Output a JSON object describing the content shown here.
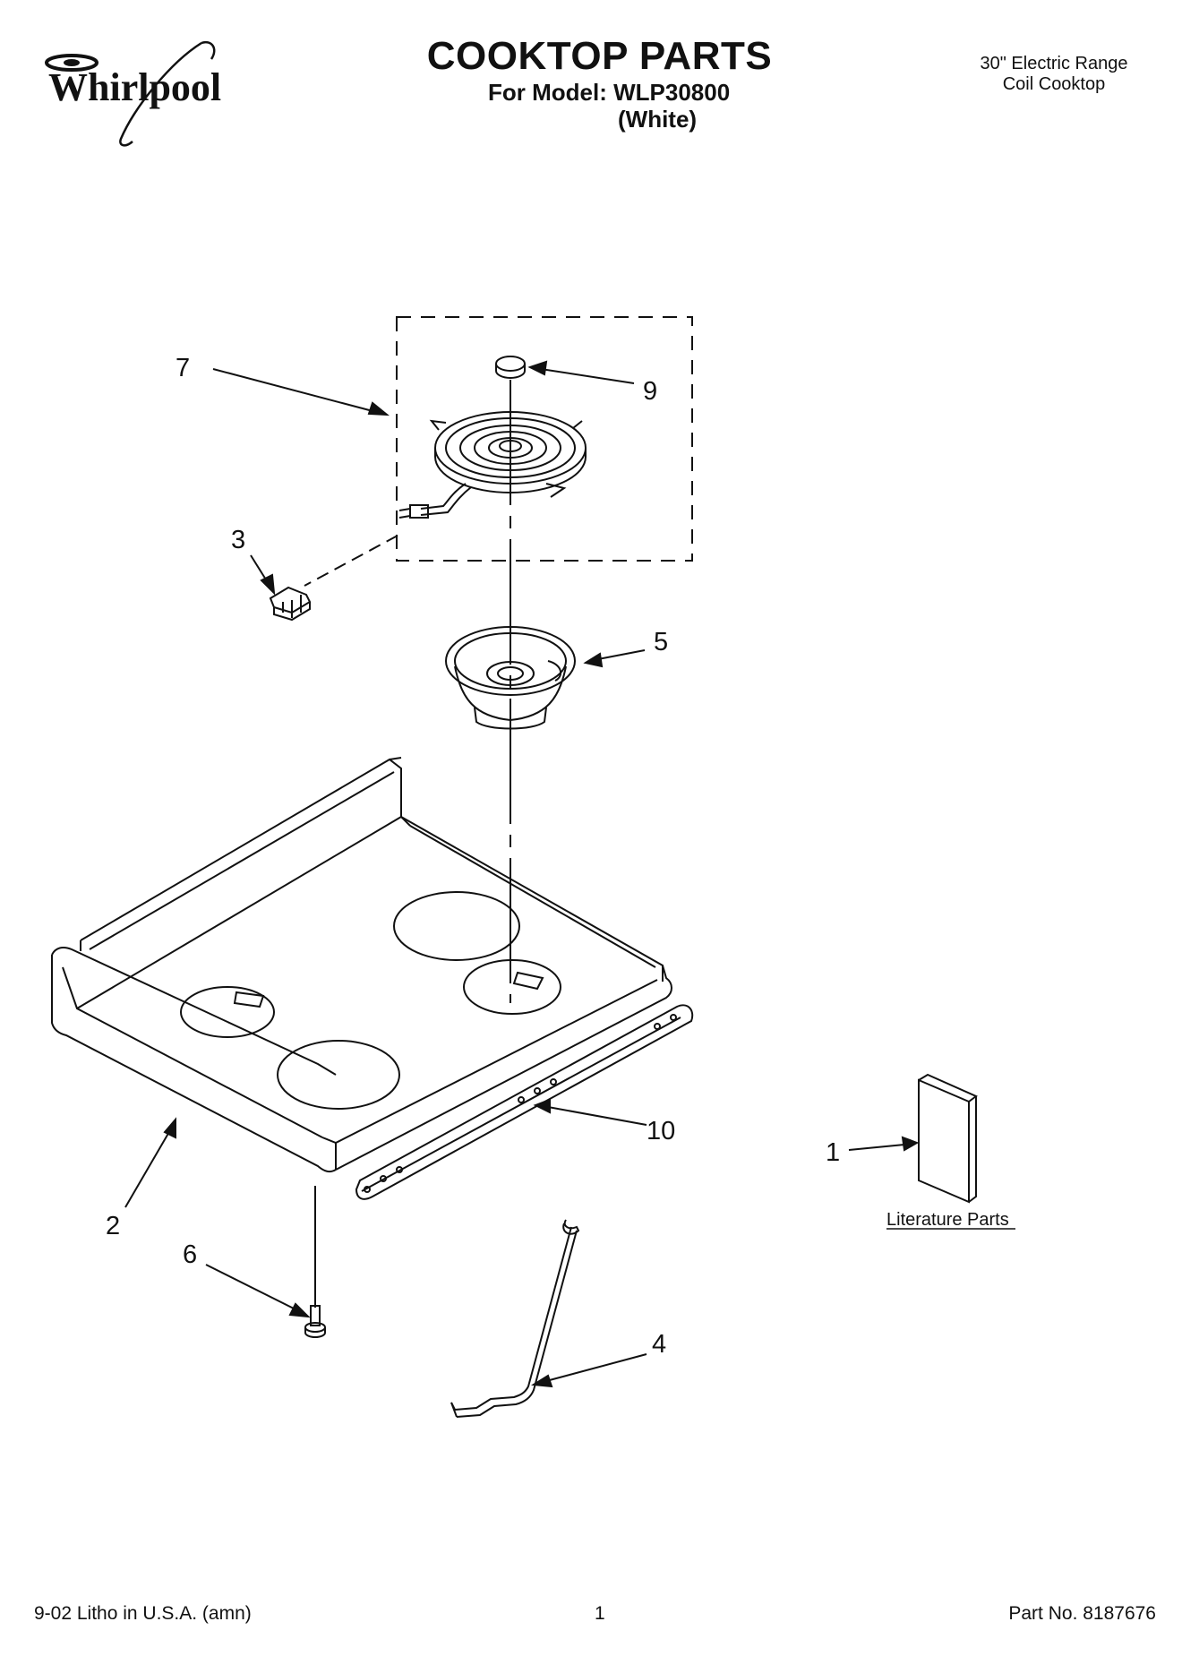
{
  "brand": "Whirlpool",
  "header": {
    "title": "COOKTOP PARTS",
    "model_line": "For Model: WLP30800",
    "color_line": "(White)",
    "product_line1": "30\" Electric Range",
    "product_line2": "Coil Cooktop"
  },
  "callouts": {
    "c1": "1",
    "c2": "2",
    "c3": "3",
    "c4": "4",
    "c5": "5",
    "c6": "6",
    "c7": "7",
    "c9": "9",
    "c10": "10"
  },
  "literature_label": "Literature Parts",
  "footer": {
    "left": "9-02 Litho in U.S.A. (amn)",
    "page": "1",
    "part_no": "Part No. 8187676"
  }
}
